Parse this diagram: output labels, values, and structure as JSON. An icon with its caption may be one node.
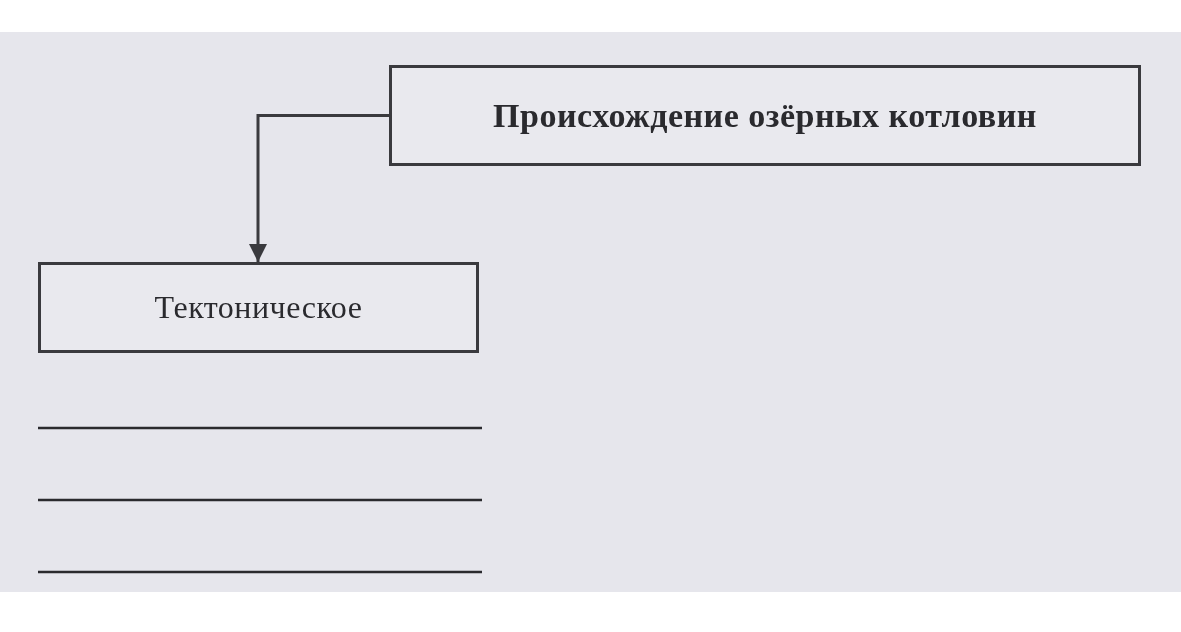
{
  "diagram": {
    "nodes": [
      {
        "text": [
          "Происхождение озёрных котловин"
        ]
      },
      {
        "text": [
          "Тектоническое"
        ]
      }
    ],
    "edges": [
      {
        "from": 0,
        "to": 1,
        "arrow": "to"
      }
    ]
  }
}
